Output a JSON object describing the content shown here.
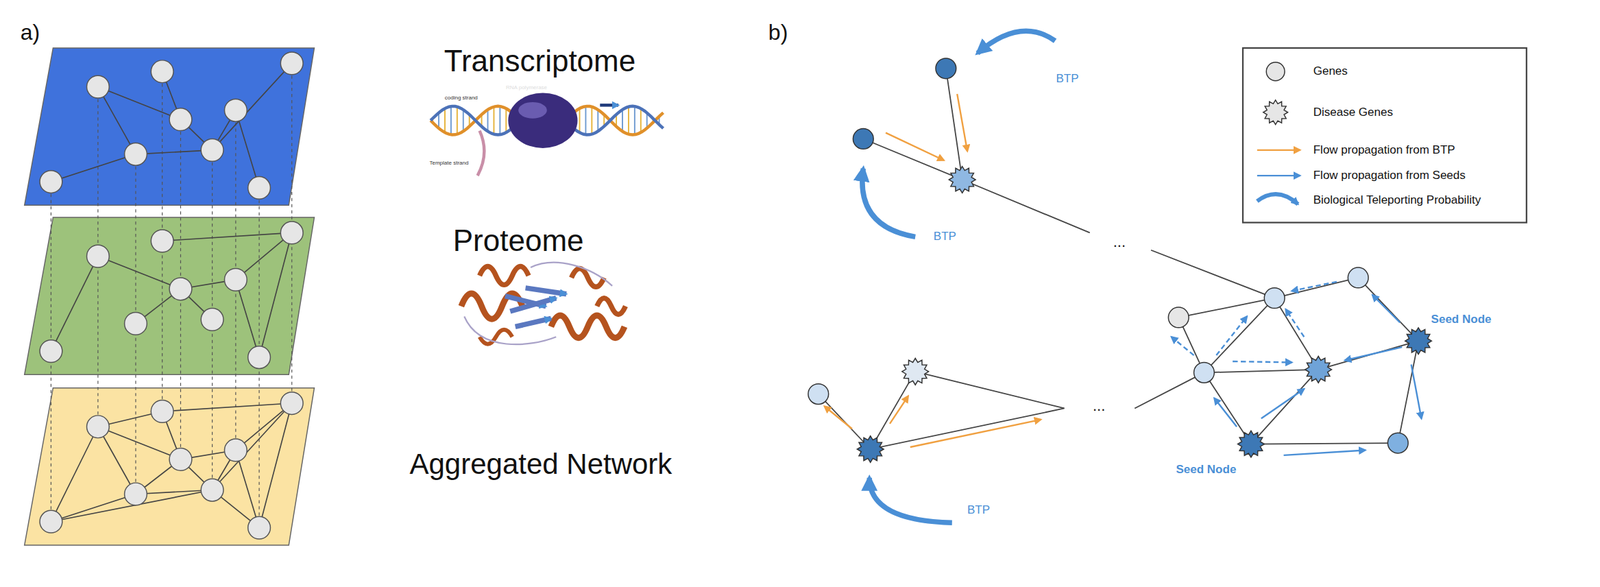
{
  "diagram": {
    "labels": [
      "a)",
      "Transcriptome",
      "coding strand",
      "RNA polymerase",
      "Template strand",
      "Proteome",
      "Aggregated Network",
      "b)",
      "BTP",
      "BTP",
      "BTP",
      "Seed Node",
      "Seed Node",
      "...",
      "..."
    ],
    "legend": [
      {
        "text": "Genes"
      },
      {
        "text": "Disease Genes"
      },
      {
        "text": "Flow propagation from BTP"
      },
      {
        "text": "Flow propagation from Seeds"
      },
      {
        "text": "Biological Teleporting Probability"
      }
    ]
  }
}
